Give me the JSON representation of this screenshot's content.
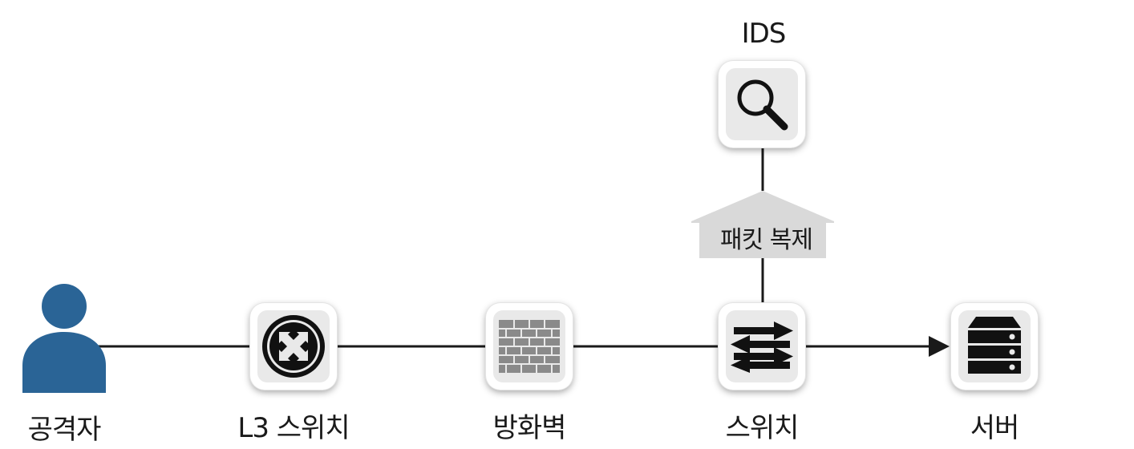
{
  "nodes": {
    "attacker": {
      "label": "공격자",
      "icon": "person-icon"
    },
    "l3_switch": {
      "label": "L3 스위치",
      "icon": "router-icon"
    },
    "firewall": {
      "label": "방화벽",
      "icon": "brick-wall-icon"
    },
    "switch": {
      "label": "스위치",
      "icon": "switch-arrows-icon"
    },
    "server": {
      "label": "서버",
      "icon": "server-icon"
    },
    "ids": {
      "label": "IDS",
      "icon": "magnifier-icon"
    }
  },
  "packet_copy": {
    "label": "패킷 복제"
  },
  "colors": {
    "attacker": "#2a6496",
    "line": "#1a1a1a",
    "copy_arrow": "#d9d9d9",
    "icon_tile": "#e9e9e9",
    "brick": "#8a8a8a"
  }
}
